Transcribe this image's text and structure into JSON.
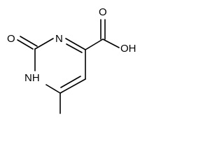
{
  "molecule": {
    "atoms": {
      "o_carbonyl": "O",
      "n3": "N",
      "n1": "NH",
      "o_acid": "O",
      "oh": "OH"
    }
  }
}
